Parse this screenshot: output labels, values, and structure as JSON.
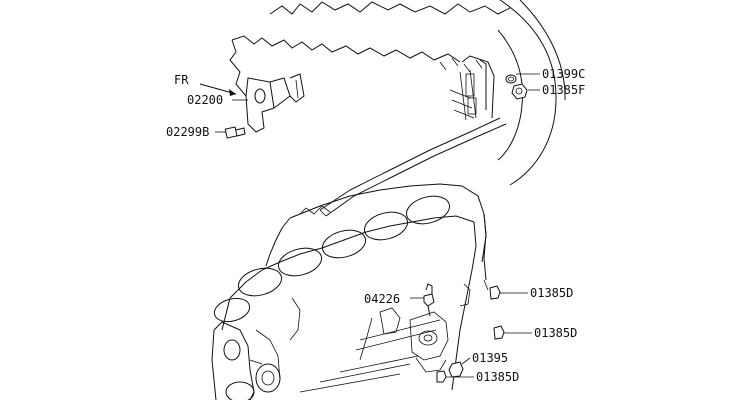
{
  "diagram": {
    "labels": {
      "fr": "FR",
      "p02200": "02200",
      "p02299B": "02299B",
      "p01399C": "01399C",
      "p01385F": "01385F",
      "p04226": "04226",
      "p01385D_a": "01385D",
      "p01385D_b": "01385D",
      "p01395": "01395",
      "p01385D_c": "01385D"
    }
  }
}
